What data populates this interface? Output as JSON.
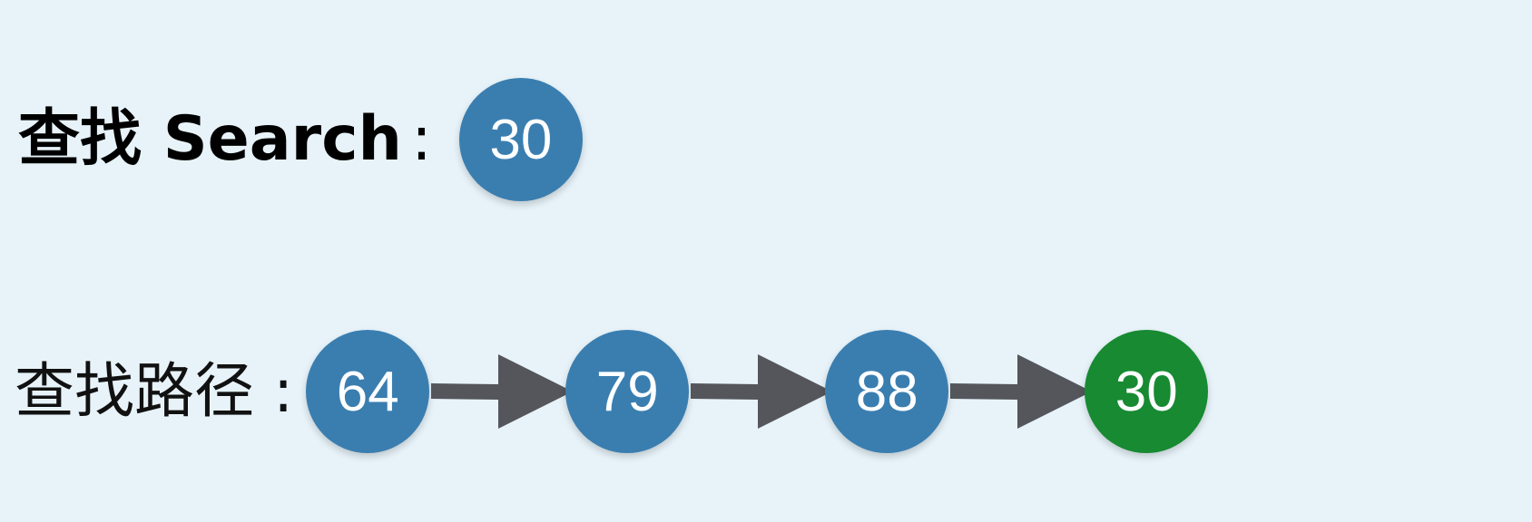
{
  "search": {
    "label_cn": "查找",
    "label_en": "Search",
    "colon": ":",
    "target": "30"
  },
  "path": {
    "label": "查找路径",
    "colon": ":",
    "nodes": [
      "64",
      "79",
      "88",
      "30"
    ]
  },
  "colors": {
    "background": "#e7f3f9",
    "node_default": "#3a7eb0",
    "node_found": "#178a32",
    "arrow": "#54565c"
  }
}
